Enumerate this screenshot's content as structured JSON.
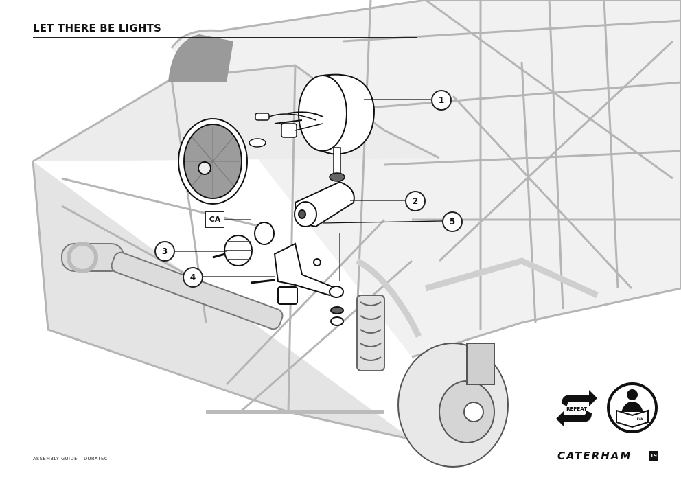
{
  "header": {
    "title": "LET THERE BE LIGHTS"
  },
  "callouts": [
    {
      "label": "1"
    },
    {
      "label": "2"
    },
    {
      "label": "3"
    },
    {
      "label": "4"
    },
    {
      "label": "5"
    }
  ],
  "ca_label": "CA",
  "icons": {
    "repeat": {
      "name": "repeat-icon",
      "label": "REPEAT"
    },
    "manual": {
      "name": "read-manual-icon",
      "label": "EVA"
    }
  },
  "footer": {
    "guide_label": "ASSEMBLY GUIDE – DURATEC",
    "brand": "CATERHAM",
    "page_number": "19"
  },
  "colors": {
    "frame": "#bfbfbf",
    "ink": "#111111",
    "panel": "#e6e6e6"
  }
}
